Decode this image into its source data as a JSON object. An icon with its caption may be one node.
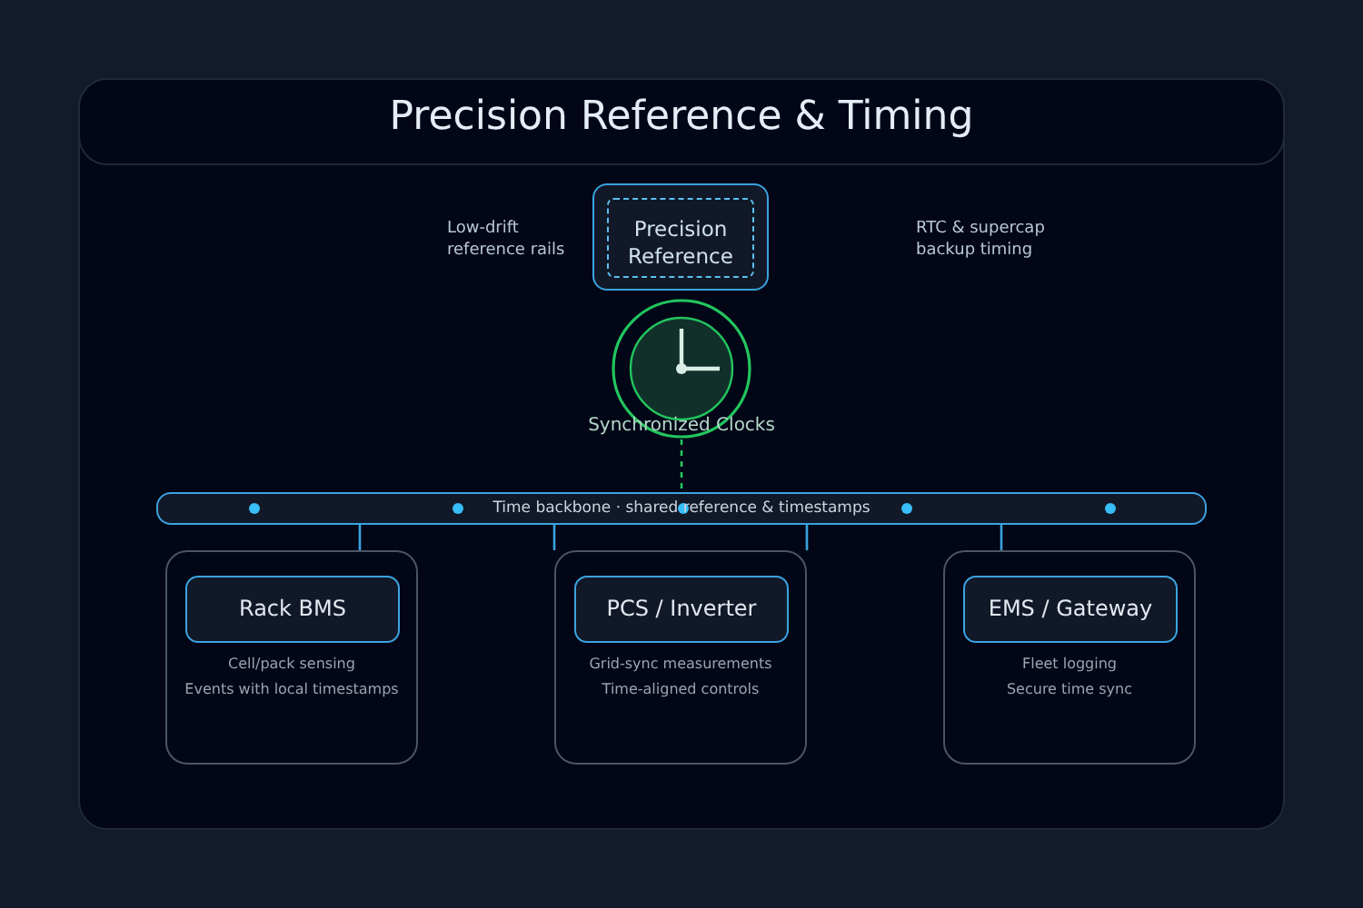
{
  "diagram": {
    "title": "Precision Reference & Timing",
    "nodes": [
      {
        "text": [
          "Precision Reference"
        ]
      },
      {
        "text": [
          "Synchronized Clocks"
        ]
      },
      {
        "text": [
          "Time backbone · shared reference & timestamps"
        ]
      },
      {
        "text": [
          "Cell/pack sensing",
          "Events with local timestamps"
        ]
      },
      {
        "text": [
          "Rack BMS"
        ],
        "in": 3
      },
      {
        "text": [
          "Grid-sync measurements",
          "Time-aligned controls"
        ]
      },
      {
        "text": [
          "PCS / Inverter"
        ],
        "in": 5
      },
      {
        "text": [
          "Fleet logging",
          "Secure time sync"
        ]
      },
      {
        "text": [
          "EMS / Gateway"
        ],
        "in": 7
      }
    ],
    "edges": [
      {
        "from": 1,
        "to": 2,
        "arrow": "none",
        "style": "dashed",
        "color": "#22c55e"
      },
      {
        "from": 2,
        "to": 3,
        "arrow": "none"
      },
      {
        "from": 2,
        "to": 5,
        "arrow": "none"
      },
      {
        "from": 2,
        "to": 5,
        "arrow": "none"
      },
      {
        "from": 2,
        "to": 7,
        "arrow": "none"
      }
    ],
    "labels": [
      "Low-drift reference rails",
      "RTC & supercap backup timing"
    ]
  }
}
